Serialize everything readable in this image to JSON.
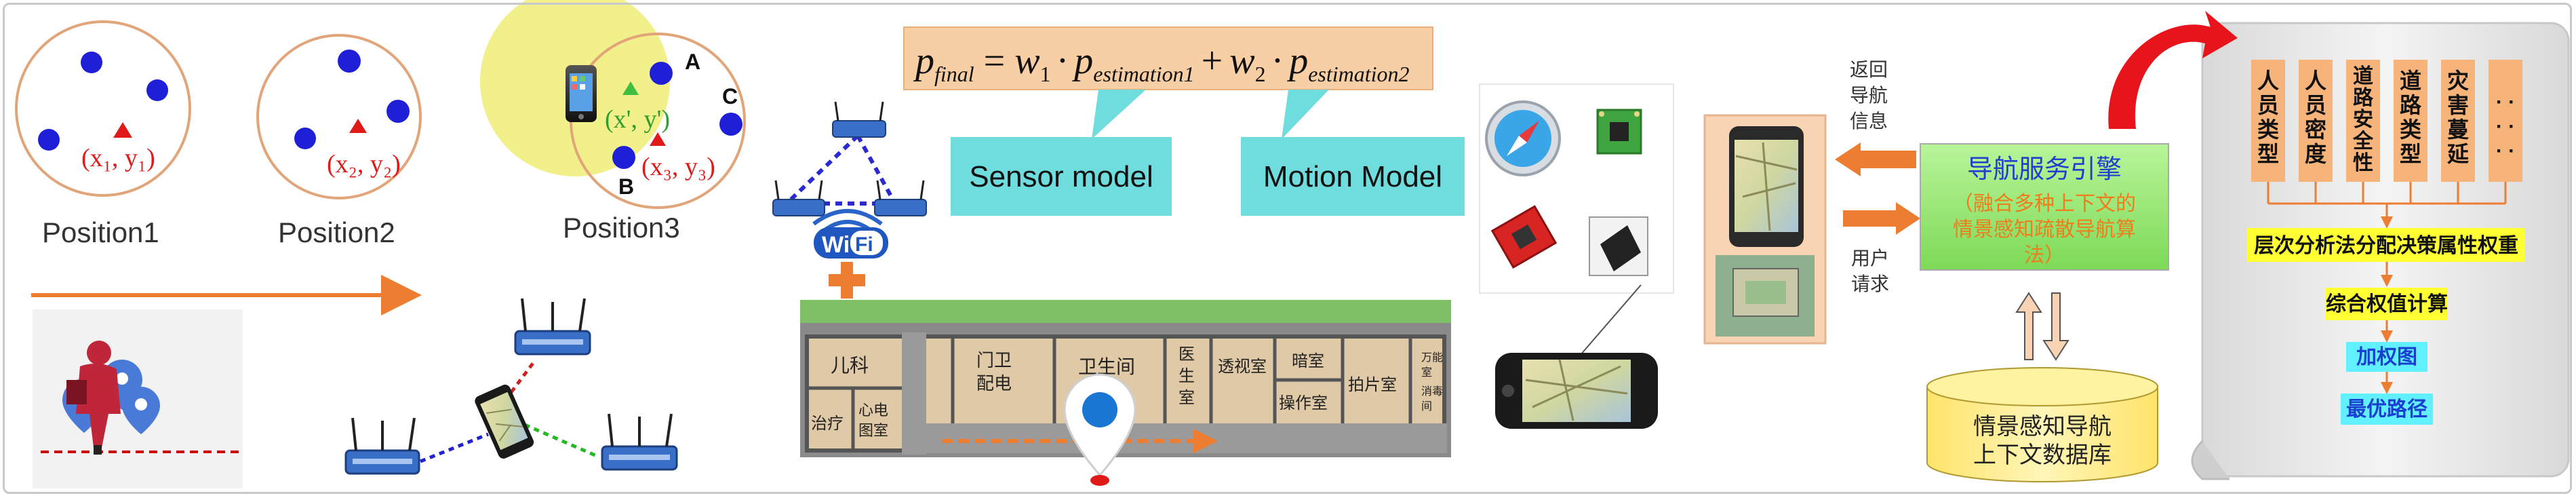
{
  "positions": {
    "p1_coord": "(x₁, y₁)",
    "p2_coord": "(x₂, y₂)",
    "p3_coord": "(x₃, y₃)",
    "p3_est": "(x', y')",
    "p1_label": "Position1",
    "p2_label": "Position2",
    "p3_label": "Position3",
    "circle_a": "A",
    "circle_b": "B",
    "circle_c": "C"
  },
  "formula": {
    "text": "p_final = w₁ · p_estimation1 + w₂ · p_estimation2",
    "p": "p",
    "final": "final",
    "eq": "=",
    "w1": "w",
    "sub1": "1",
    "dot": "·",
    "est1": "estimation1",
    "plus": "+",
    "w2": "w",
    "sub2": "2",
    "est2": "estimation2"
  },
  "models": {
    "sensor": "Sensor model",
    "motion": "Motion Model"
  },
  "wifi": {
    "wi": "Wi",
    "fi": "Fi"
  },
  "floorplan": {
    "rooms": [
      "儿科",
      "治疗",
      "心电图室",
      "门卫配电",
      "卫生间",
      "医生室",
      "透视室",
      "暗室操作室",
      "拍片室",
      "万能室消毒间"
    ]
  },
  "engine": {
    "title": "导航服务引擎",
    "subtitle": "（融合多种上下文的情景感知疏散导航算法）",
    "return_label": "返回导航信息",
    "request_label": "用户请求"
  },
  "database": {
    "label": "情景感知导航上下文数据库"
  },
  "flow": {
    "attributes": [
      "人员类型",
      "人员密度",
      "道路安全性",
      "道路类型",
      "灾害蔓延",
      "······"
    ],
    "ahp": "层次分析法分配决策属性权重",
    "weight_calc": "综合权值计算",
    "weighted_graph": "加权图",
    "best_path": "最优路径"
  },
  "colors": {
    "accent_orange": "#ed7d31",
    "blue_dot": "#1f1fd8",
    "red_marker": "#e01919",
    "cyan_box": "#6fdcde",
    "formula_box": "#f8cfa4",
    "green_box": "#92e36a",
    "db_yellow": "#fff2a0",
    "attr_box": "#f6b47a",
    "label_cyan": "#60f0ff",
    "flow_yellow": "#ffff33"
  }
}
